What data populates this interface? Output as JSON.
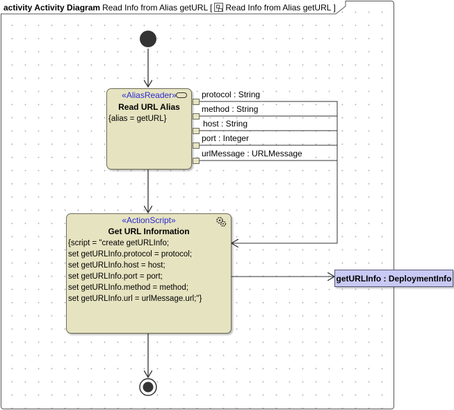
{
  "frame": {
    "kind": "activity",
    "diagram_name": "Activity Diagram",
    "title_prefix": "Read Info from Alias getURL [",
    "activity_name": "Read Info from Alias getURL",
    "title_suffix": "]"
  },
  "actions": {
    "read_alias": {
      "stereotype": "«AliasReader»",
      "name": "Read URL Alias",
      "constraint": "{alias = getURL}",
      "pins": [
        "protocol : String",
        "method : String",
        "host : String",
        "port : Integer",
        "urlMessage : URLMessage"
      ]
    },
    "get_info": {
      "stereotype": "«ActionScript»",
      "name": "Get URL Information",
      "script_lines": [
        "{script = \"create getURLInfo;",
        "",
        "set getURLInfo.protocol = protocol;",
        "set getURLInfo.host = host;",
        "set getURLInfo.port = port;",
        "set getURLInfo.method = method;",
        "",
        "set getURLInfo.url = urlMessage.url;\"}"
      ]
    }
  },
  "object_node": {
    "label": "getURLInfo : DeploymentInfo"
  },
  "icons": {
    "call_behavior": "call-behavior-icon",
    "script": "gear-icon",
    "diagram": "activity-diagram-icon"
  },
  "colors": {
    "action_fill": "#e6e3c0",
    "object_fill": "#c9c9f5",
    "stereotype_text": "#2a2ad0"
  }
}
